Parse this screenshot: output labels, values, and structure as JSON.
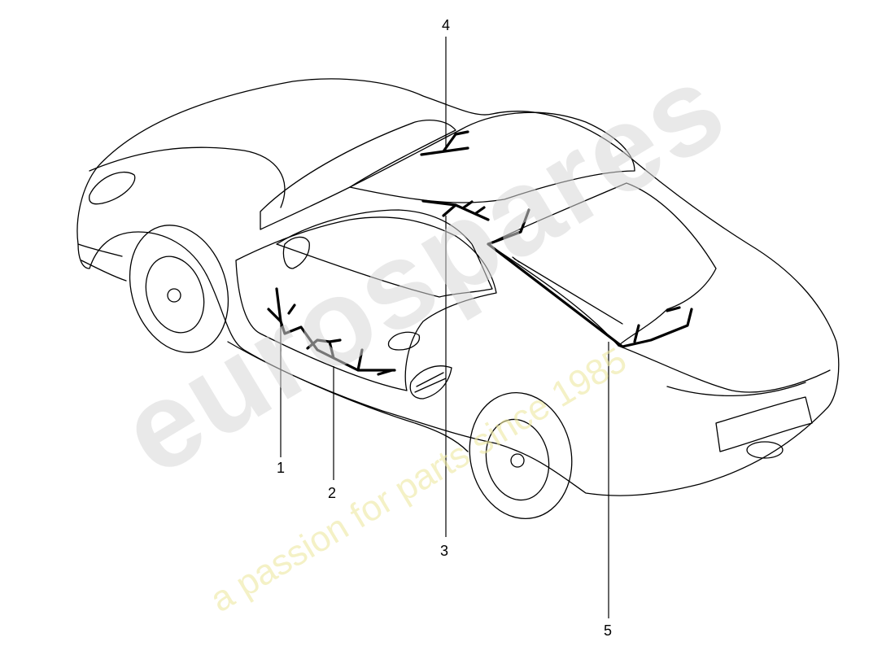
{
  "callouts": {
    "c1": "1",
    "c2": "2",
    "c3": "3",
    "c4": "4",
    "c5": "5"
  },
  "watermark": {
    "logo": "eurospares",
    "tagline": "a passion for parts since 1985"
  },
  "colors": {
    "line": "#000000",
    "watermark_logo": "#d7d7d7",
    "watermark_tagline": "#ece8a0"
  }
}
